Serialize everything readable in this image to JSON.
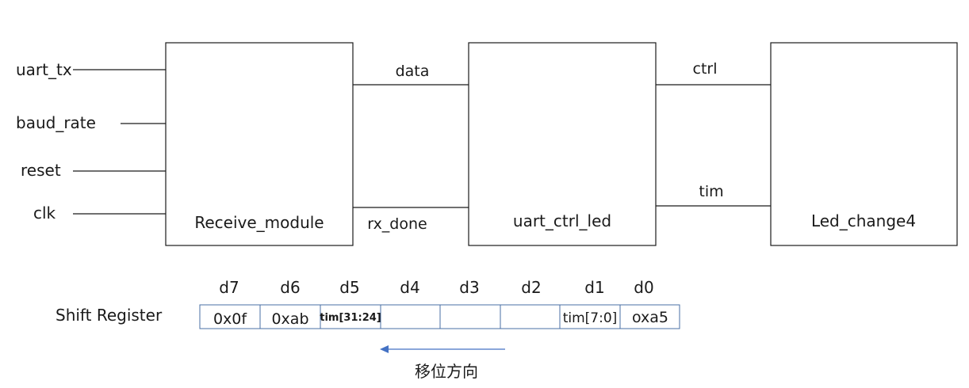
{
  "inputs": {
    "uart_tx": "uart_tx",
    "baud_rate": "baud_rate",
    "reset": "reset",
    "clk": "clk"
  },
  "modules": {
    "receive": "Receive_module",
    "ctrl": "uart_ctrl_led",
    "led": "Led_change4"
  },
  "signals": {
    "data": "data",
    "rx_done": "rx_done",
    "ctrl": "ctrl",
    "tim": "tim"
  },
  "register": {
    "label": "Shift Register",
    "headers": [
      "d7",
      "d6",
      "d5",
      "d4",
      "d3",
      "d2",
      "d1",
      "d0"
    ],
    "cells": [
      "0x0f",
      "0xab",
      "tim[31:24]",
      "",
      "",
      "",
      "tim[7:0]",
      "oxa5"
    ],
    "direction_label": "移位方向"
  },
  "colors": {
    "register_border": "#4a6fa5",
    "arrow": "#4472c4"
  }
}
